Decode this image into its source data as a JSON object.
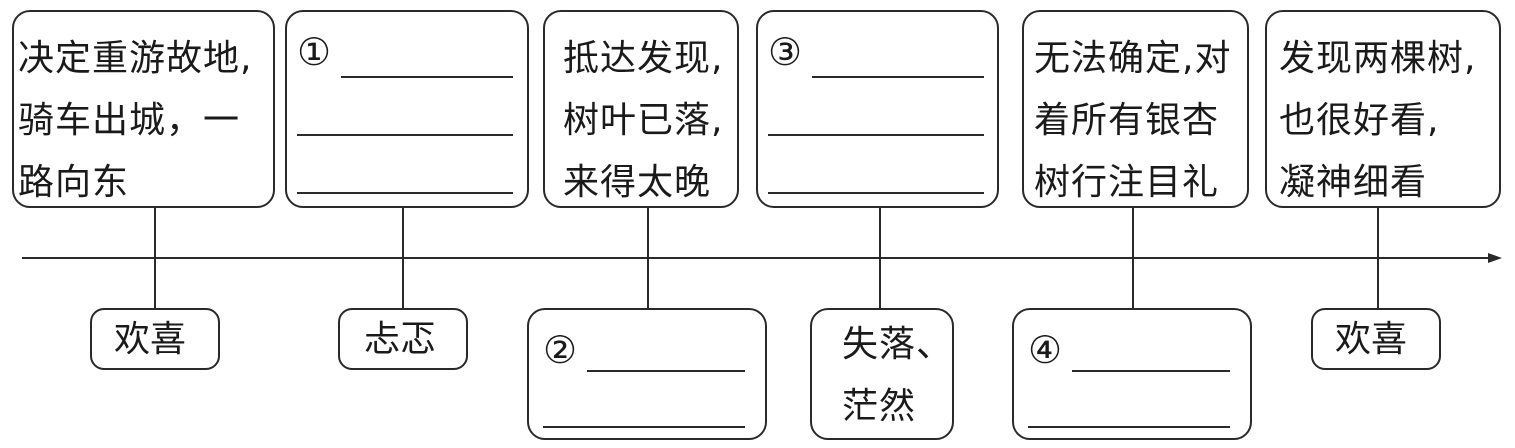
{
  "events": [
    {
      "lines": [
        "决定重游故地,",
        "骑车出城，一",
        "路向东"
      ]
    },
    {
      "number": "①"
    },
    {
      "lines": [
        "抵达发现,",
        "树叶已落,",
        "来得太晚"
      ]
    },
    {
      "number": "③"
    },
    {
      "lines": [
        "无法确定,对",
        "着所有银杏",
        "树行注目礼"
      ]
    },
    {
      "lines": [
        "发现两棵树,",
        "也很好看,",
        "凝神细看"
      ]
    }
  ],
  "emotions": [
    {
      "label": "欢喜"
    },
    {
      "label": "忐忑"
    },
    {
      "number": "②"
    },
    {
      "lines": [
        "失落、",
        "茫然"
      ]
    },
    {
      "number": "④"
    },
    {
      "label": "欢喜"
    }
  ]
}
